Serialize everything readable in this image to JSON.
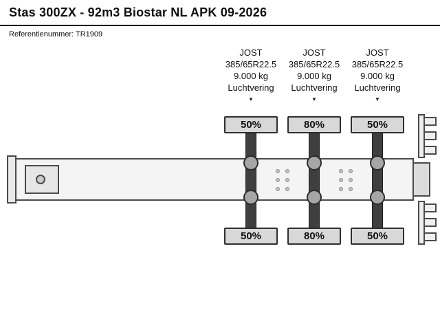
{
  "header": {
    "title": "Stas 300ZX - 92m3 Biostar NL APK 09-2026",
    "reference_label": "Referentienummer: TR1909"
  },
  "icons": {
    "dropdown": "▼"
  },
  "axles": [
    {
      "brand": "JOST",
      "tire": "385/65R22.5",
      "weight": "9.000 kg",
      "suspension": "Luchtvering",
      "load_top": "50%",
      "load_bottom": "50%"
    },
    {
      "brand": "JOST",
      "tire": "385/65R22.5",
      "weight": "9.000 kg",
      "suspension": "Luchtvering",
      "load_top": "80%",
      "load_bottom": "80%"
    },
    {
      "brand": "JOST",
      "tire": "385/65R22.5",
      "weight": "9.000 kg",
      "suspension": "Luchtvering",
      "load_top": "50%",
      "load_bottom": "50%"
    }
  ]
}
